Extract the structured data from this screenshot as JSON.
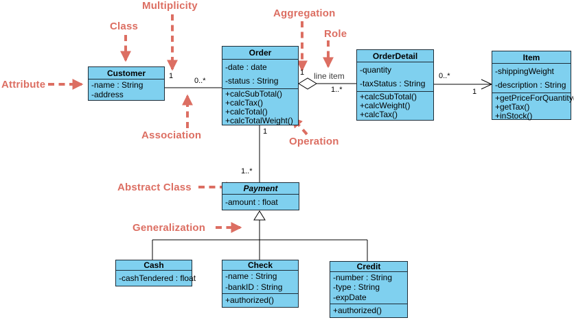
{
  "diagram_type": "uml-class-diagram",
  "colors": {
    "class_fill": "#7fd0ef",
    "class_border": "#1c2b36",
    "annotation_red": "#dc6e62",
    "connector": "#000000"
  },
  "classes": {
    "customer": {
      "title": "Customer",
      "attributes": [
        "-name : String",
        "-address"
      ],
      "operations": []
    },
    "order": {
      "title": "Order",
      "attributes": [
        "-date : date",
        "-status : String"
      ],
      "operations": [
        "+calcSubTotal()",
        "+calcTax()",
        "+calcTotal()",
        "+calcTotalWeight()"
      ]
    },
    "orderdetail": {
      "title": "OrderDetail",
      "attributes": [
        "-quantity",
        "-taxStatus : String"
      ],
      "operations": [
        "+calcSubTotal()",
        "+calcWeight()",
        "+calcTax()"
      ]
    },
    "item": {
      "title": "Item",
      "attributes": [
        "-shippingWeight",
        "-description : String"
      ],
      "operations": [
        "+getPriceForQuantity()",
        "+getTax()",
        "+inStock()"
      ]
    },
    "payment": {
      "title": "Payment",
      "abstract": true,
      "attributes": [
        "-amount : float"
      ],
      "operations": []
    },
    "cash": {
      "title": "Cash",
      "attributes": [
        "-cashTendered : float"
      ],
      "operations": []
    },
    "check": {
      "title": "Check",
      "attributes": [
        "-name : String",
        "-bankID : String"
      ],
      "operations": [
        "+authorized()"
      ]
    },
    "credit": {
      "title": "Credit",
      "attributes": [
        "-number : String",
        "-type : String",
        "-expDate"
      ],
      "operations": [
        "+authorized()"
      ]
    }
  },
  "annotations": {
    "attribute": "Attribute",
    "class": "Class",
    "multiplicity": "Multiplicity",
    "aggregation": "Aggregation",
    "role": "Role",
    "association": "Association",
    "operation": "Operation",
    "abstract_class": "Abstract Class",
    "generalization": "Generalization"
  },
  "labels": {
    "customer_order_source": "1",
    "customer_order_target": "0..*",
    "order_agg_source": "1",
    "order_agg_role": "line item",
    "order_agg_target": "1..*",
    "orderdetail_item_source": "0..*",
    "orderdetail_item_target": "1",
    "order_payment_source": "1",
    "order_payment_target": "1..*"
  }
}
